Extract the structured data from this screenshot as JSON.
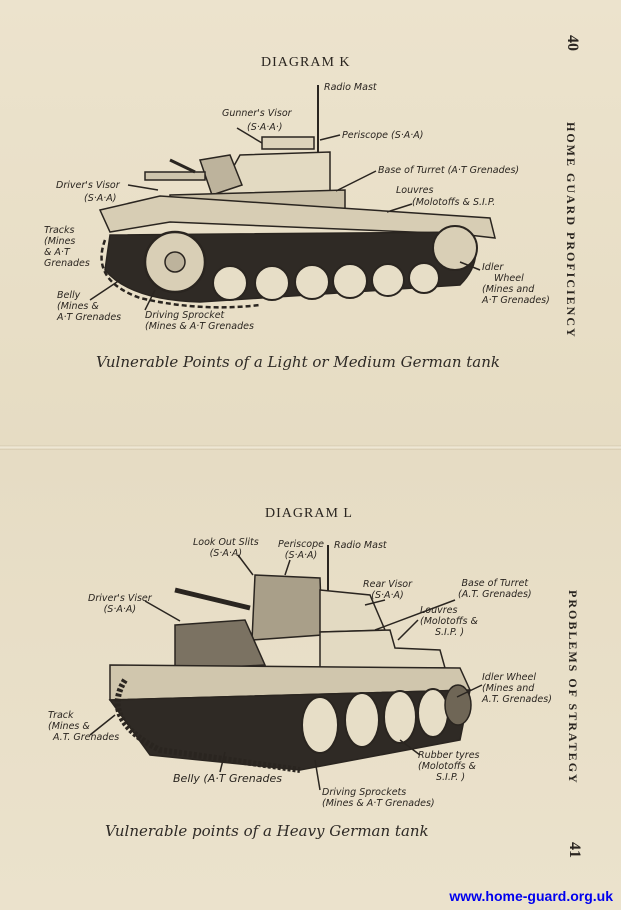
{
  "page_top": {
    "page_number": "40",
    "running_head": "HOME GUARD PROFICIENCY",
    "diagram_title": "DIAGRAM K",
    "caption": "Vulnerable Points of a Light or Medium German tank",
    "labels": {
      "radio_mast": "Radio Mast",
      "gunners_visor": "Gunner's Visor",
      "gunners_visor_sub": "(S·A·A·)",
      "periscope": "Periscope (S·A·A)",
      "base_turret": "Base of Turret (A·T Grenades)",
      "drivers_visor": "Driver's Visor",
      "drivers_visor_sub": "(S·A·A)",
      "louvres": "Louvres",
      "louvres_sub": "(Molotoffs & S.I.P.",
      "tracks": [
        "Tracks",
        "(Mines",
        "& A·T",
        "Grenades"
      ],
      "idler": [
        "Idler",
        "Wheel",
        "(Mines and",
        "A·T Grenades)"
      ],
      "belly": [
        "Belly",
        "(Mines &",
        "A·T Grenades"
      ],
      "sprocket": [
        "Driving Sprocket",
        "(Mines & A·T Grenades"
      ]
    }
  },
  "page_bottom": {
    "page_number": "41",
    "running_head": "PROBLEMS OF STRATEGY",
    "diagram_title": "DIAGRAM L",
    "caption": "Vulnerable points of a Heavy German tank",
    "labels": {
      "lookout": [
        "Look Out Slits",
        "(S·A·A)"
      ],
      "periscope": [
        "Periscope",
        "(S·A·A)"
      ],
      "radio_mast": "Radio Mast",
      "drivers_visor": [
        "Driver's Viser",
        "(S·A·A)"
      ],
      "rear_visor": [
        "Rear Visor",
        "(S·A·A)"
      ],
      "base_turret": [
        "Base of Turret",
        "(A.T. Grenades)"
      ],
      "louvres": [
        "Louvres",
        "(Molotoffs &",
        "S.I.P. )"
      ],
      "idler": [
        "Idler Wheel",
        "(Mines and",
        "A.T. Grenades)"
      ],
      "track": [
        "Track",
        "(Mines &",
        "A.T. Grenades"
      ],
      "rubber": [
        "Rubber tyres",
        "(Molotoffs &",
        "S.I.P. )"
      ],
      "belly": "Belly (A·T Grenades",
      "sprockets": [
        "Driving Sprockets",
        "(Mines & A·T Grenades)"
      ]
    }
  },
  "watermark": "www.home-guard.org.uk"
}
